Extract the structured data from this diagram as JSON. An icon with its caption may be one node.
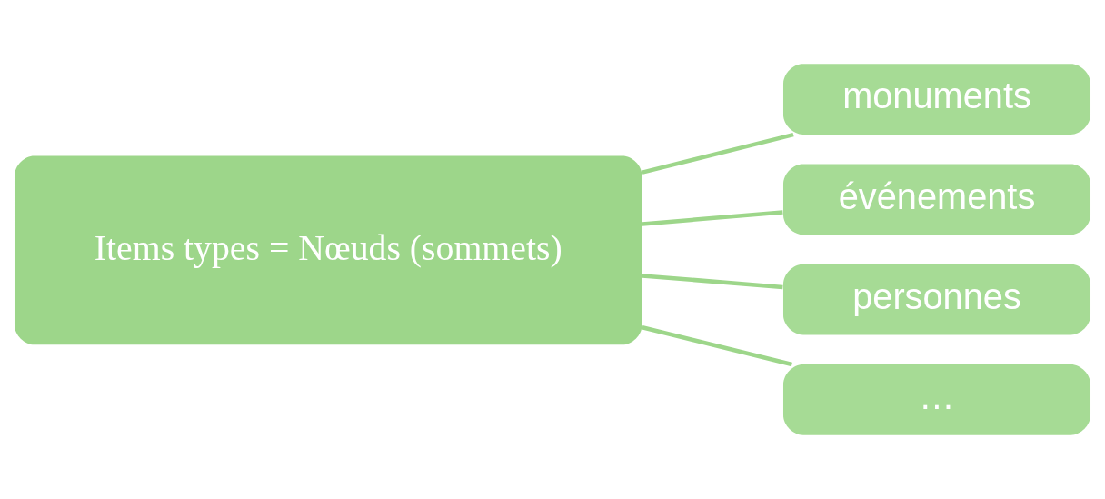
{
  "diagram": {
    "nodes": [
      {
        "text": [
          "Items types = Nœuds (sommets)"
        ]
      },
      {
        "text": [
          "monuments"
        ]
      },
      {
        "text": [
          "événements"
        ]
      },
      {
        "text": [
          "personnes"
        ]
      },
      {
        "text": [
          "…"
        ]
      }
    ],
    "edges": [
      {
        "from": 0,
        "to": 1,
        "arrow": "none"
      },
      {
        "from": 0,
        "to": 2,
        "arrow": "none"
      },
      {
        "from": 0,
        "to": 3,
        "arrow": "none"
      },
      {
        "from": 0,
        "to": 4,
        "arrow": "none"
      }
    ]
  }
}
